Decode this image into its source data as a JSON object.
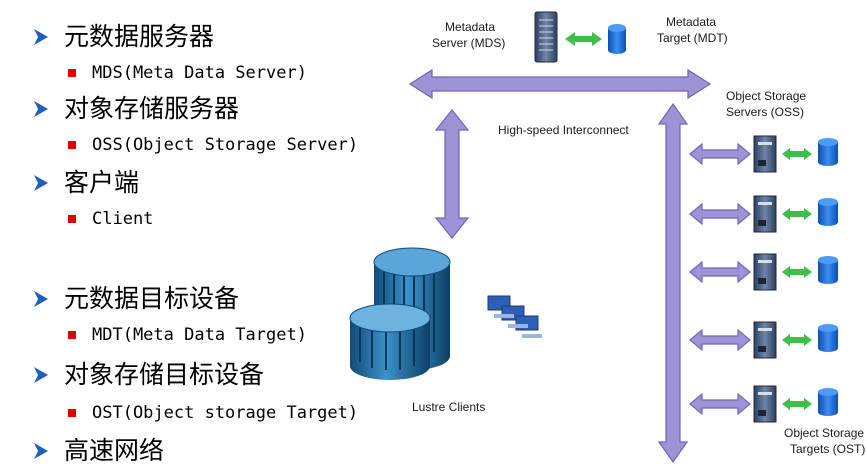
{
  "list": {
    "items": [
      {
        "label": "元数据服务器",
        "sub": "MDS(Meta Data Server)"
      },
      {
        "label": "对象存储服务器",
        "sub": "OSS(Object Storage Server)"
      },
      {
        "label": "客户端",
        "sub": "Client"
      },
      {
        "label": "元数据目标设备",
        "sub": "MDT(Meta Data Target)"
      },
      {
        "label": "对象存储目标设备",
        "sub": "OST(Object storage Target)"
      },
      {
        "label": "高速网络",
        "sub": ""
      }
    ]
  },
  "diagram": {
    "mds_label": [
      "Metadata",
      "Server (MDS)"
    ],
    "mdt_label": [
      "Metadata",
      "Target (MDT)"
    ],
    "oss_label": [
      "Object Storage",
      "Servers (OSS)"
    ],
    "interconnect_label": "High-speed  Interconnect",
    "clients_label": "Lustre Clients",
    "ost_label": [
      "Object Storage",
      "Targets (OST)"
    ]
  },
  "colors": {
    "arrow_fill": "#9d94d8",
    "arrow_stroke": "#6f64b8",
    "link_green": "#3dbf4a",
    "disk_blue": "#1e6fd6",
    "bullet_blue": "#1f5fbf",
    "sub_red": "#e00000"
  }
}
